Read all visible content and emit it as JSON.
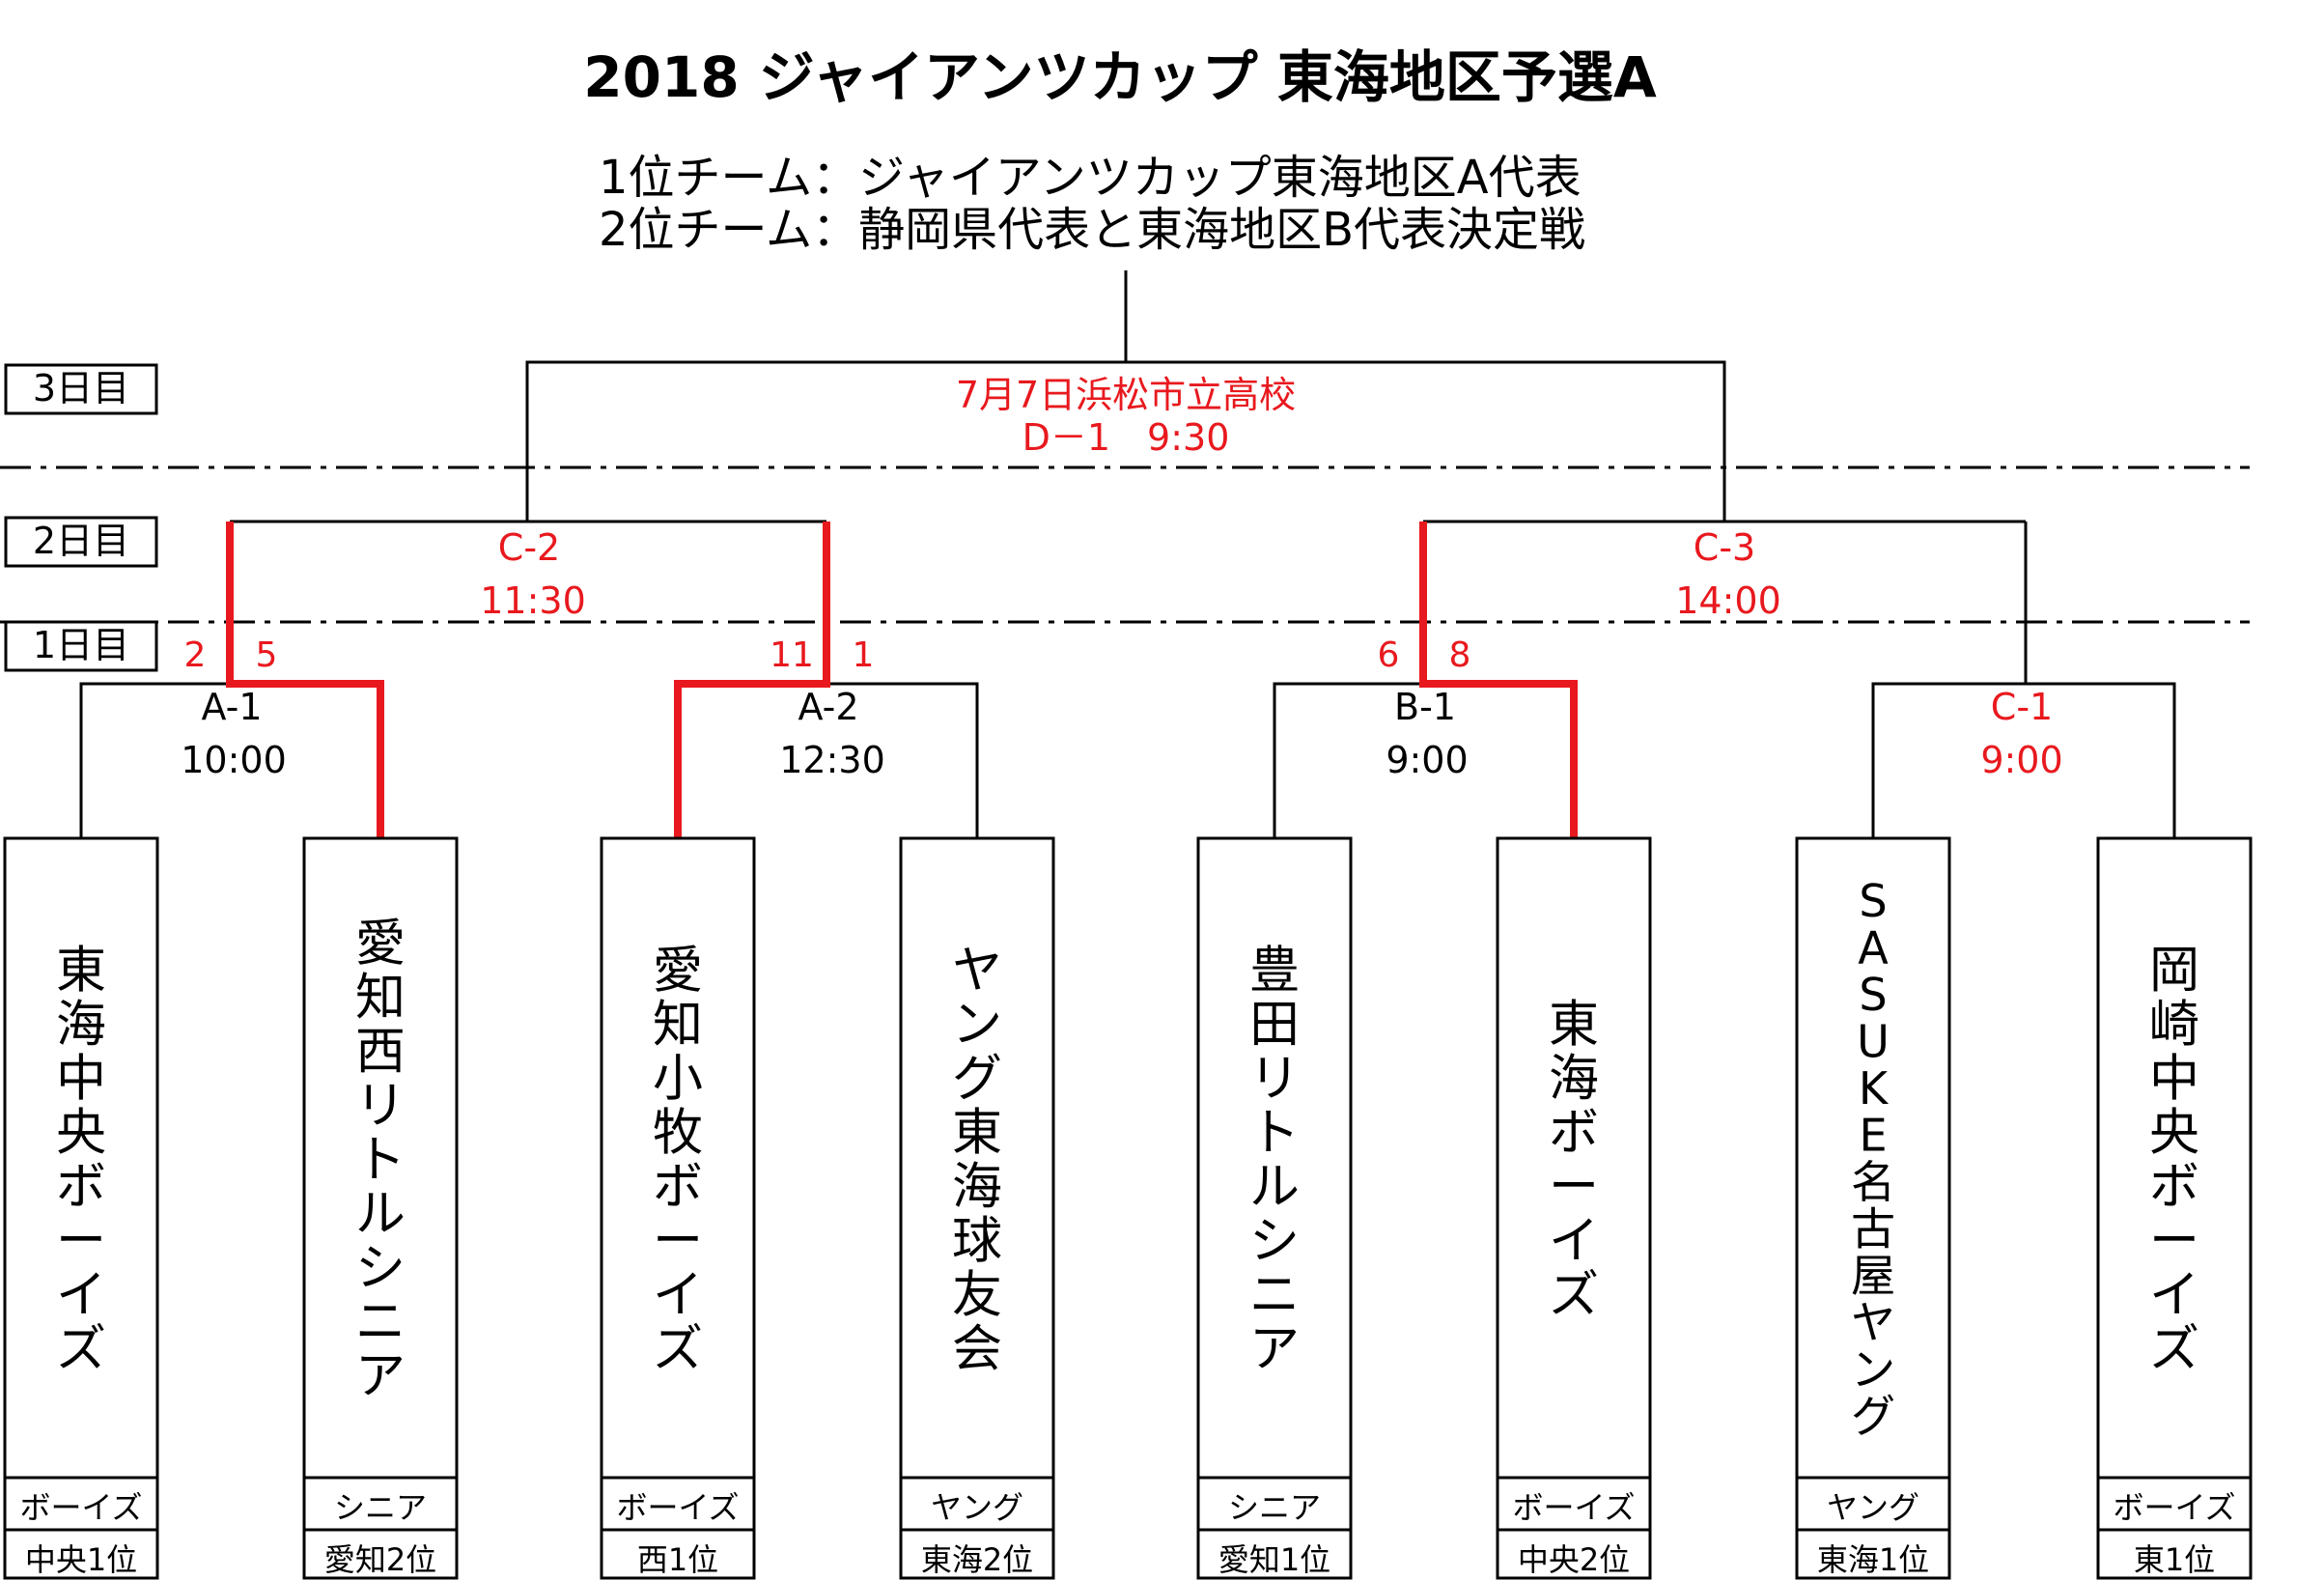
{
  "title": "2018 ジャイアンツカップ 東海地区予選A",
  "subtitle_lines": [
    "1位チーム：ジャイアンツカップ東海地区A代表",
    "2位チーム：静岡県代表と東海地区B代表決定戦"
  ],
  "days": [
    "3日目",
    "2日目",
    "1日目"
  ],
  "colors": {
    "highlight": "#e8191e",
    "line": "#000000"
  },
  "final_match": {
    "venue": "7月7日浜松市立高校",
    "code_time": "D－1　9:30"
  },
  "matches": {
    "A1": {
      "code": "A-1",
      "time": "10:00"
    },
    "A2": {
      "code": "A-2",
      "time": "12:30"
    },
    "B1": {
      "code": "B-1",
      "time": "9:00"
    },
    "C1": {
      "code": "C-1",
      "time": "9:00"
    },
    "C2": {
      "code": "C-2",
      "time": "11:30"
    },
    "C3": {
      "code": "C-3",
      "time": "14:00"
    }
  },
  "scores": {
    "A1": [
      "2",
      "5"
    ],
    "A2": [
      "11",
      "1"
    ],
    "B1": [
      "6",
      "8"
    ]
  },
  "teams": [
    {
      "name": "東海中央ボーイズ",
      "league": "ボーイズ",
      "rank": "中央1位"
    },
    {
      "name": "愛知西リトルシニア",
      "league": "シニア",
      "rank": "愛知2位"
    },
    {
      "name": "愛知小牧ボーイズ",
      "league": "ボーイズ",
      "rank": "西1位"
    },
    {
      "name": "ヤング東海球友会",
      "league": "ヤング",
      "rank": "東海2位"
    },
    {
      "name": "豊田リトルシニア",
      "league": "シニア",
      "rank": "愛知1位"
    },
    {
      "name": "東海ボーイズ",
      "league": "ボーイズ",
      "rank": "中央2位"
    },
    {
      "name": "SASUKE名古屋ヤング",
      "league": "ヤング",
      "rank": "東海1位"
    },
    {
      "name": "岡崎中央ボーイズ",
      "league": "ボーイズ",
      "rank": "東1位"
    }
  ]
}
